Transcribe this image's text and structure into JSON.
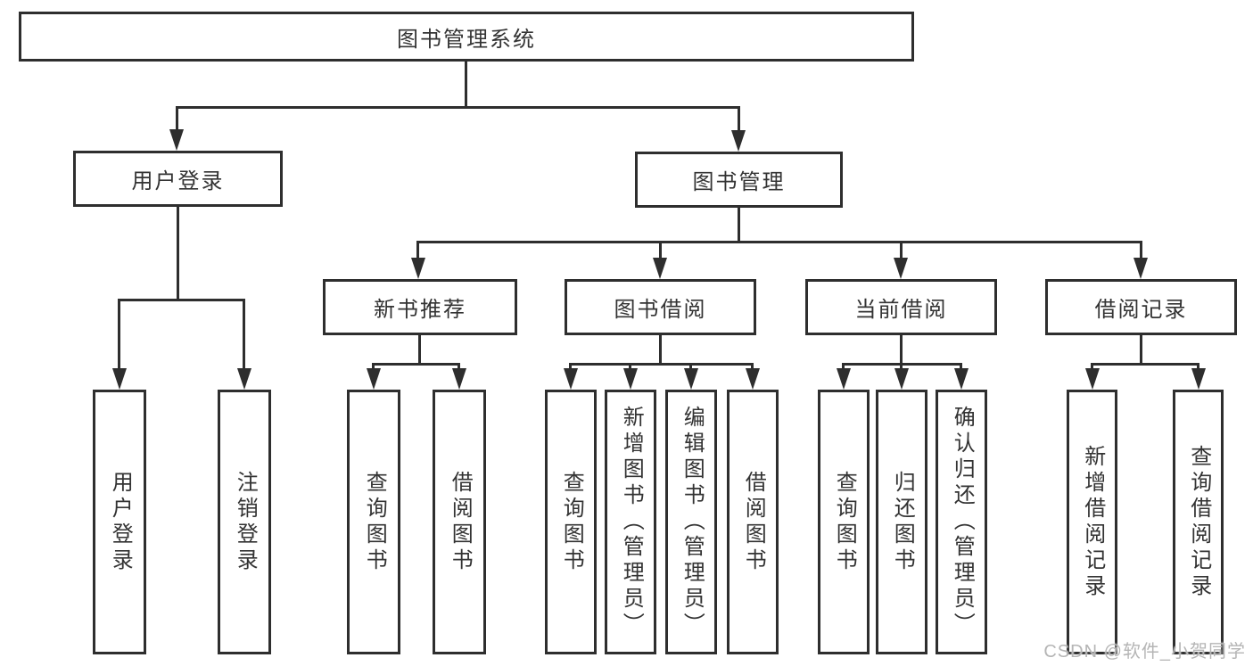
{
  "colors": {
    "line": "#2e2e2e",
    "text": "#333333",
    "watermark": "#b5b5b5",
    "background": "#ffffff"
  },
  "tree": {
    "root": {
      "label": "图书管理系统",
      "children": [
        {
          "label": "用户登录",
          "children": [
            {
              "label": "用户登录"
            },
            {
              "label": "注销登录"
            }
          ]
        },
        {
          "label": "图书管理",
          "children": [
            {
              "label": "新书推荐",
              "children": [
                {
                  "label": "查询图书"
                },
                {
                  "label": "借阅图书"
                }
              ]
            },
            {
              "label": "图书借阅",
              "children": [
                {
                  "label": "查询图书"
                },
                {
                  "label": "新增图书（管理员）"
                },
                {
                  "label": "编辑图书（管理员）"
                },
                {
                  "label": "借阅图书"
                }
              ]
            },
            {
              "label": "当前借阅",
              "children": [
                {
                  "label": "查询图书"
                },
                {
                  "label": "归还图书"
                },
                {
                  "label": "确认归还（管理员）"
                }
              ]
            },
            {
              "label": "借阅记录",
              "children": [
                {
                  "label": "新增借阅记录"
                },
                {
                  "label": "查询借阅记录"
                }
              ]
            }
          ]
        }
      ]
    }
  },
  "watermark": {
    "text": "CSDN @软件_小贺同学"
  }
}
